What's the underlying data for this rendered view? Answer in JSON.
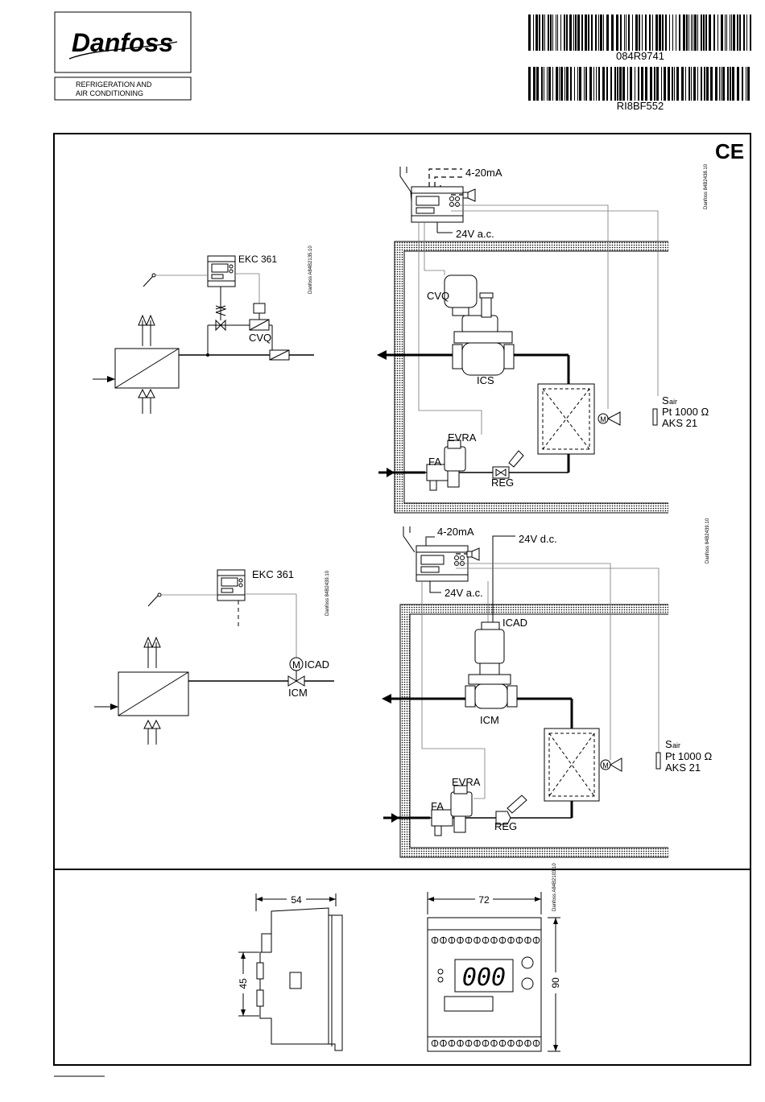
{
  "header": {
    "logo_text": "Danfoss",
    "division_line1": "REFRIGERATION AND",
    "division_line2": "AIR CONDITIONING",
    "barcode1_text": "084R9741",
    "barcode2_text": "RI8BF552"
  },
  "marks": {
    "ce": "CE"
  },
  "overview_top": {
    "controller": "EKC 361",
    "valve": "CVQ",
    "drawing_code": "Danfoss A84B2135.10"
  },
  "overview_bottom": {
    "controller": "EKC 361",
    "actuator_symbol": "M",
    "actuator": "ICAD",
    "valve": "ICM",
    "drawing_code": "Danfoss 84B2439.10"
  },
  "detail_top": {
    "signal": "4-20mA",
    "supply": "24V a.c.",
    "pilot": "CVQ",
    "main_valve": "ICS",
    "solenoid": "EVRA",
    "filter": "FA",
    "reg_valve": "REG",
    "fan_symbol": "M",
    "sensor_line1_main": "S",
    "sensor_line1_sub": "air",
    "sensor_line2": "Pt 1000 Ω",
    "sensor_line3": "AKS 21",
    "drawing_code": "Danfoss 84B2438.10"
  },
  "detail_bottom": {
    "signal": "4-20mA",
    "supply_dc": "24V d.c.",
    "supply_ac": "24V a.c.",
    "actuator": "ICAD",
    "main_valve": "ICM",
    "solenoid": "EVRA",
    "filter": "FA",
    "reg_valve": "REG",
    "fan_symbol": "M",
    "sensor_line1_main": "S",
    "sensor_line1_sub": "air",
    "sensor_line2": "Pt 1000 Ω",
    "sensor_line3": "AKS 21",
    "drawing_code": "Danfoss 84B2439.10"
  },
  "dimensions": {
    "depth": "54",
    "rail": "45",
    "width": "72",
    "height": "90",
    "display_digits": "000",
    "drawing_code": "Danfoss A84B2103.10"
  }
}
